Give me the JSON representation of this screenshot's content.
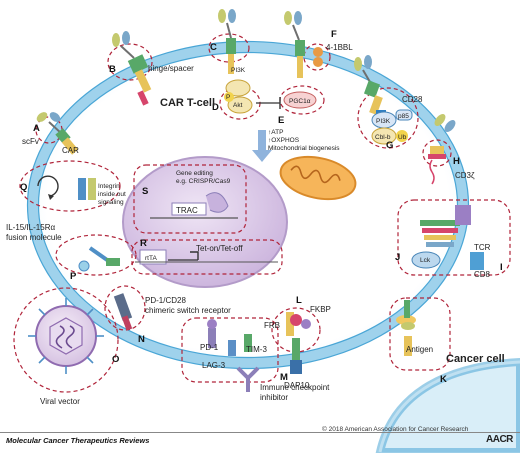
{
  "labels": {
    "cell": "CAR T-cell",
    "cancer": "Cancer cell",
    "scfv": "scFv",
    "car": "CAR",
    "hinge": "hinge/spacer",
    "pi3k": "PI3K",
    "akt": "Akt",
    "p": "P",
    "pgc": "PGC1α",
    "atp": "↑ATP",
    "oxphos": "↑OXPHOS",
    "mito": "Mitochondrial biogenesis",
    "bb": "4-1BBL",
    "cd28": "CD28",
    "pi3k2": "PI3K",
    "p85": "p85",
    "cblb": "Cbl-b",
    "ub": "Ub",
    "cd3z": "CD3ζ",
    "integrin": "Integrin\ninside out\nsignaling",
    "integrin1": "Integrin",
    "integrin2": "inside out",
    "integrin3": "signaling",
    "il15_1": "IL-15/IL-15Rα",
    "il15_2": "fusion molecule",
    "gene1": "Gene editing",
    "gene2": "e.g. CRISPR/Cas9",
    "trac": "TRAC",
    "teton": "Tet-on/Tet-off",
    "rtta": "rtTA",
    "lck": "Lck",
    "tcr": "TCR",
    "cd8": "CD8",
    "pd1cd28_1": "PD-1/CD28",
    "pd1cd28_2": "chimeric switch receptor",
    "fkbp": "FKBP",
    "frb": "FRB",
    "dap10": "DAP10",
    "pd1": "PD-1",
    "tim3": "TIM-3",
    "lag3": "LAG-3",
    "ici1": "Immune checkpoint",
    "ici2": "inhibitor",
    "antigen": "Antigen",
    "viral": "Viral vector"
  },
  "letters": [
    "A",
    "B",
    "C",
    "D",
    "E",
    "F",
    "G",
    "H",
    "I",
    "J",
    "K",
    "L",
    "M",
    "N",
    "O",
    "P",
    "Q",
    "R",
    "S"
  ],
  "footer": {
    "journal": "Molecular Cancer Therapeutics Reviews",
    "copyright": "© 2018 American Association for Cancer Research",
    "logo": "AACR"
  },
  "colors": {
    "membrane": "#b9e1f3",
    "membrane_edge": "#4aa6d6",
    "nucleus": "#d9c9e6",
    "mito": "#f0a040",
    "dash": "#b0243a",
    "arrow": "#8fb3dc"
  }
}
